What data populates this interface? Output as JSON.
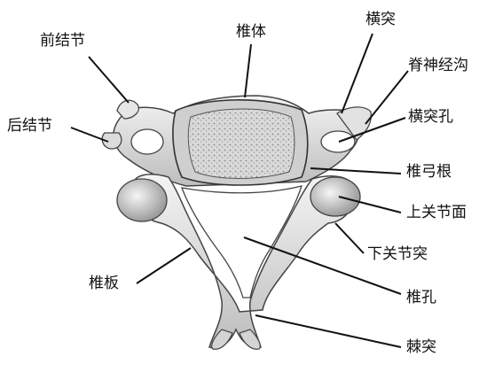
{
  "labels": {
    "anterior_tubercle": "前结节",
    "vertebral_body": "椎体",
    "transverse_process": "横突",
    "spinal_nerve_groove": "脊神经沟",
    "posterior_tubercle": "后结节",
    "transverse_foramen": "横突孔",
    "pedicle": "椎弓根",
    "superior_articular_facet": "上关节面",
    "inferior_articular_process": "下关节突",
    "lamina": "椎板",
    "vertebral_foramen": "椎孔",
    "spinous_process": "棘突"
  }
}
